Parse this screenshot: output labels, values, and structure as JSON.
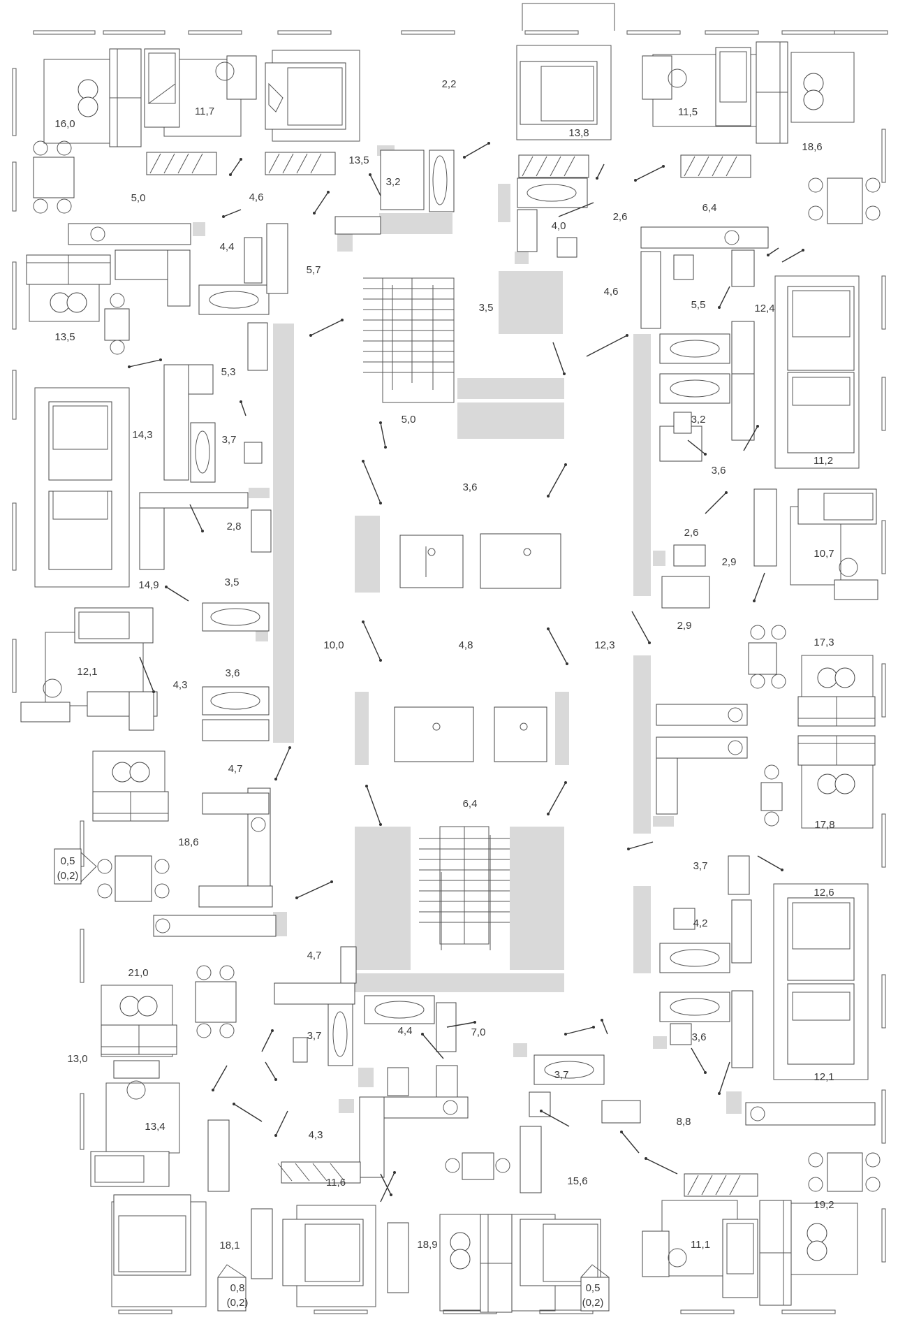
{
  "rooms": [
    {
      "id": "r1",
      "area": "16,0"
    },
    {
      "id": "r2",
      "area": "11,7"
    },
    {
      "id": "r3",
      "area": "2,2"
    },
    {
      "id": "r4",
      "area": "13,8"
    },
    {
      "id": "r5",
      "area": "11,5"
    },
    {
      "id": "r6",
      "area": "18,6"
    },
    {
      "id": "r7",
      "area": "13,5"
    },
    {
      "id": "r8",
      "area": "3,2"
    },
    {
      "id": "r9",
      "area": "5,0"
    },
    {
      "id": "r10",
      "area": "4,6"
    },
    {
      "id": "r11",
      "area": "2,6"
    },
    {
      "id": "r12",
      "area": "6,4"
    },
    {
      "id": "r13",
      "area": "4,4"
    },
    {
      "id": "r14",
      "area": "4,0"
    },
    {
      "id": "r15",
      "area": "5,7"
    },
    {
      "id": "r16",
      "area": "4,6"
    },
    {
      "id": "r17",
      "area": "3,5"
    },
    {
      "id": "r18",
      "area": "5,5"
    },
    {
      "id": "r19",
      "area": "12,4"
    },
    {
      "id": "r20",
      "area": "13,5"
    },
    {
      "id": "r21",
      "area": "5,3"
    },
    {
      "id": "r22",
      "area": "14,3"
    },
    {
      "id": "r23",
      "area": "3,7"
    },
    {
      "id": "r24",
      "area": "5,0"
    },
    {
      "id": "r25",
      "area": "3,2"
    },
    {
      "id": "r26",
      "area": "3,6"
    },
    {
      "id": "r27",
      "area": "11,2"
    },
    {
      "id": "r28",
      "area": "3,6"
    },
    {
      "id": "r29",
      "area": "2,8"
    },
    {
      "id": "r30",
      "area": "2,6"
    },
    {
      "id": "r31",
      "area": "10,7"
    },
    {
      "id": "r32",
      "area": "3,5"
    },
    {
      "id": "r33",
      "area": "2,9"
    },
    {
      "id": "r34",
      "area": "14,9"
    },
    {
      "id": "r35",
      "area": "2,9"
    },
    {
      "id": "r36",
      "area": "17,3"
    },
    {
      "id": "r37",
      "area": "10,0"
    },
    {
      "id": "r38",
      "area": "4,8"
    },
    {
      "id": "r39",
      "area": "12,3"
    },
    {
      "id": "r40",
      "area": "12,1"
    },
    {
      "id": "r41",
      "area": "4,3"
    },
    {
      "id": "r42",
      "area": "3,6"
    },
    {
      "id": "r43",
      "area": "4,7"
    },
    {
      "id": "r44",
      "area": "6,4"
    },
    {
      "id": "r45",
      "area": "17,8"
    },
    {
      "id": "r46",
      "area": "18,6"
    },
    {
      "id": "r47",
      "area": "3,7"
    },
    {
      "id": "r48",
      "area": "12,6"
    },
    {
      "id": "r49",
      "area": "4,2"
    },
    {
      "id": "r50",
      "area": "4,7"
    },
    {
      "id": "r51",
      "area": "21,0"
    },
    {
      "id": "r52",
      "area": "3,7"
    },
    {
      "id": "r53",
      "area": "4,4"
    },
    {
      "id": "r54",
      "area": "7,0"
    },
    {
      "id": "r55",
      "area": "3,6"
    },
    {
      "id": "r56",
      "area": "12,1"
    },
    {
      "id": "r57",
      "area": "13,0"
    },
    {
      "id": "r58",
      "area": "3,7"
    },
    {
      "id": "r59",
      "area": "13,4"
    },
    {
      "id": "r60",
      "area": "4,3"
    },
    {
      "id": "r61",
      "area": "8,8"
    },
    {
      "id": "r62",
      "area": "11,6"
    },
    {
      "id": "r63",
      "area": "15,6"
    },
    {
      "id": "r64",
      "area": "19,2"
    },
    {
      "id": "r65",
      "area": "18,1"
    },
    {
      "id": "r66",
      "area": "18,9"
    },
    {
      "id": "r67",
      "area": "11,1"
    }
  ],
  "balconies": [
    {
      "id": "b1",
      "area": "0,5",
      "reduced": "(0,2)"
    },
    {
      "id": "b2",
      "area": "0,8",
      "reduced": "(0,2)"
    },
    {
      "id": "b3",
      "area": "0,5",
      "reduced": "(0,2)"
    }
  ],
  "colors": {
    "shaft": "#d9d9d9",
    "wall": "#8a8a8a",
    "line": "#444444"
  }
}
